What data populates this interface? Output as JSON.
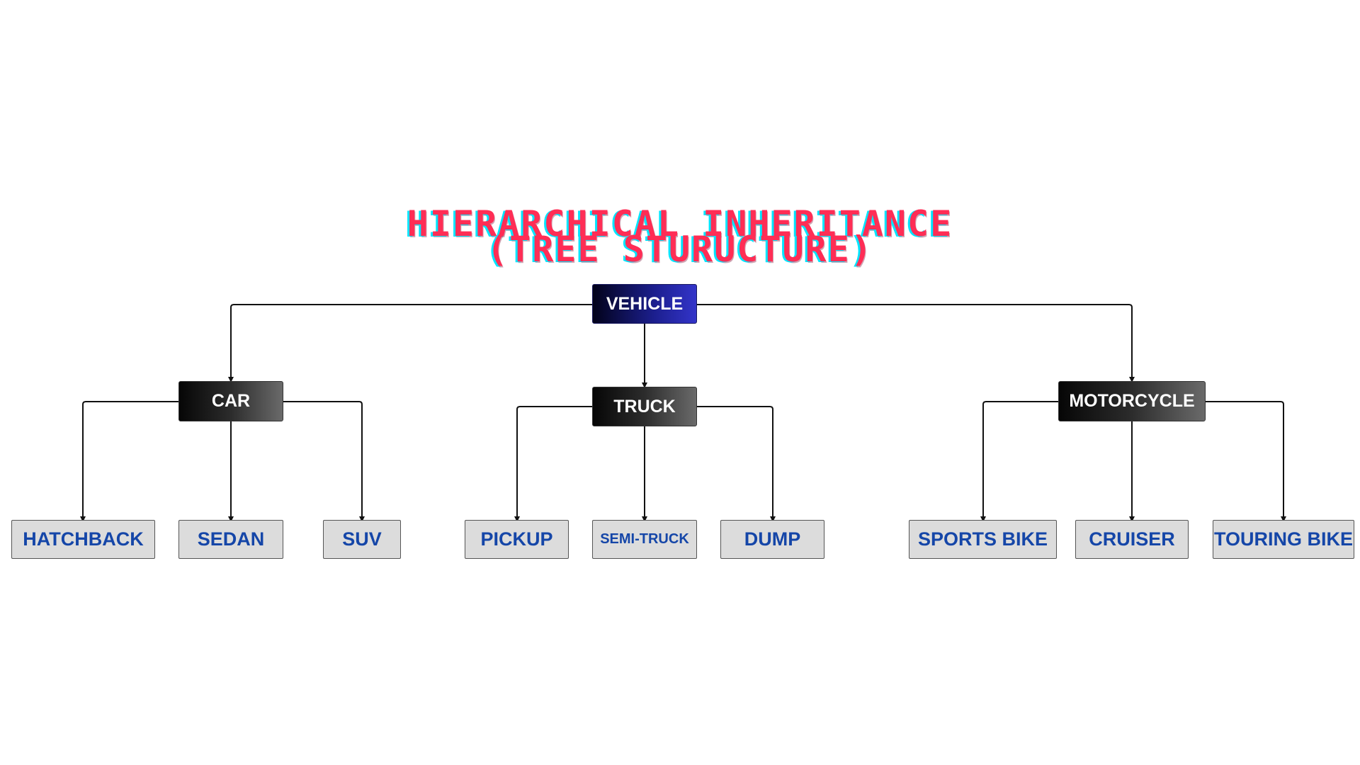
{
  "title": {
    "line1": "Hierarchical Inheritance",
    "line2": "(Tree Sturucture)"
  },
  "colors": {
    "title": "#ff2d55",
    "title_shadow": "#00e5ff",
    "leaf_text": "#1546a8",
    "leaf_bg": "#dcdcdc"
  },
  "tree": {
    "root": "VEHICLE",
    "categories": [
      {
        "label": "CAR",
        "children": [
          "HATCHBACK",
          "SEDAN",
          "SUV"
        ]
      },
      {
        "label": "TRUCK",
        "children": [
          "PICKUP",
          "SEMI-TRUCK",
          "DUMP"
        ]
      },
      {
        "label": "MOTORCYCLE",
        "children": [
          "SPORTS BIKE",
          "CRUISER",
          "TOURING BIKE"
        ]
      }
    ]
  }
}
